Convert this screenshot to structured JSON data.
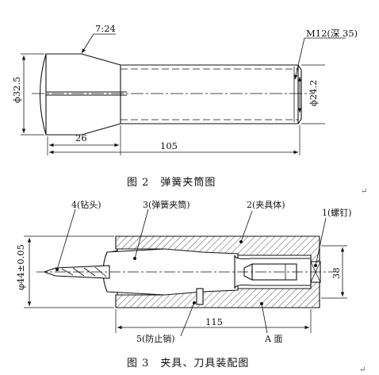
{
  "fig2": {
    "taper_label": "7:24",
    "thread_label": "M12(深 35)",
    "dia_left": "ϕ32.5",
    "dia_right": "ϕ24.2",
    "len_short": "26",
    "len_total": "105",
    "caption": "图 2　弹簧夹筒图"
  },
  "fig3": {
    "drill_label": "4(钻头)",
    "collet_label": "3(弹簧夹筒)",
    "body_label": "2(夹具体)",
    "screw_label": "1(螺钉)",
    "dia_label": "φ44±0.05",
    "height_label": "38",
    "len_label": "115",
    "pin_label": "5(防止销)",
    "face_label": "A 面",
    "caption": "图 3　夹具、刀具装配图"
  },
  "para_mark": "↵"
}
